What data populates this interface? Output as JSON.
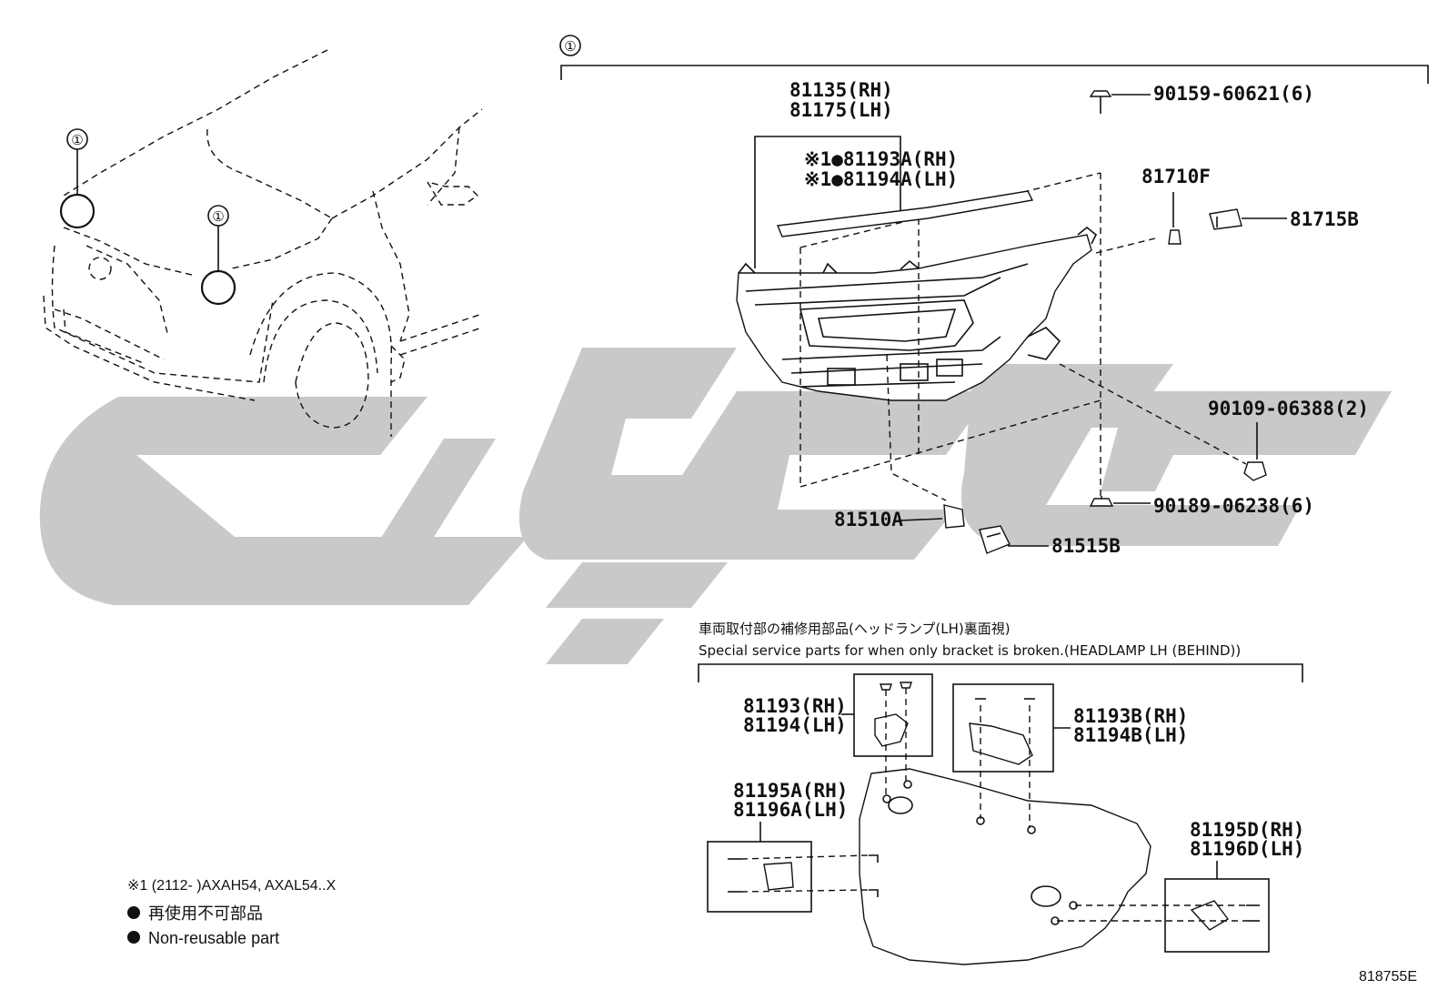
{
  "diagram": {
    "section_ref": "①",
    "vehicle_callouts": [
      "①",
      "①"
    ],
    "parts": {
      "p81135": "81135(RH)",
      "p81175": "81175(LH)",
      "p81193A": "※1●81193A(RH)",
      "p81194A": "※1●81194A(LH)",
      "p81710F": "81710F",
      "p81715B": "81715B",
      "p90159": "90159-60621(6)",
      "p90109": "90109-06388(2)",
      "p90189": "90189-06238(6)",
      "p81510A": "81510A",
      "p81515B": "81515B",
      "p81193": "81193(RH)",
      "p81194": "81194(LH)",
      "p81193B": "81193B(RH)",
      "p81194B": "81194B(LH)",
      "p81195A": "81195A(RH)",
      "p81196A": "81196A(LH)",
      "p81195D": "81195D(RH)",
      "p81196D": "81196D(LH)"
    },
    "bracket_note_jp": "車両取付部の補修用部品(ヘッドランプ(LH)裏面視)",
    "bracket_note_en": "Special service parts for when only bracket is broken.(HEADLAMP LH (BEHIND))",
    "legend": {
      "line1": "※1 (2112-        )AXAH54, AXAL54..X",
      "line2": "再使用不可部品",
      "line3": "Non-reusable part"
    },
    "drawing_id": "818755E"
  },
  "colors": {
    "ink": "#111111",
    "watermark": "#c9c9c9",
    "background": "#ffffff"
  }
}
